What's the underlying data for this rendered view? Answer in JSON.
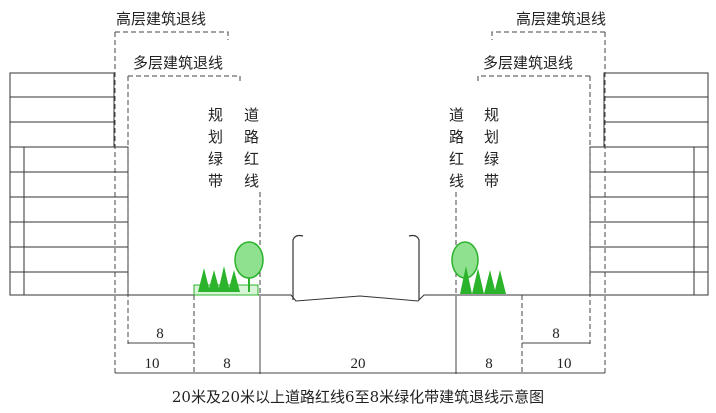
{
  "labels": {
    "high_rise_setback_left": "高层建筑退线",
    "high_rise_setback_right": "高层建筑退线",
    "multi_story_setback_left": "多层建筑退线",
    "multi_story_setback_right": "多层建筑退线",
    "planned_green_belt_left": [
      "规",
      "划",
      "绿",
      "带"
    ],
    "road_red_line_left": [
      "道",
      "路",
      "红",
      "线"
    ],
    "road_red_line_right": [
      "道",
      "路",
      "红",
      "线"
    ],
    "planned_green_belt_right": [
      "规",
      "划",
      "绿",
      "带"
    ]
  },
  "dimensions": {
    "left_setback_multi": "8",
    "left_setback_high": "10",
    "left_green_belt": "8",
    "road_width": "20",
    "right_green_belt": "8",
    "right_setback_multi": "8",
    "right_setback_high": "10"
  },
  "caption": "20米及20米以上道路红线6至8米绿化带建筑退线示意图",
  "colors": {
    "line": "#333333",
    "tree_green": "#2bb32b",
    "tree_light": "#8fe08f"
  }
}
